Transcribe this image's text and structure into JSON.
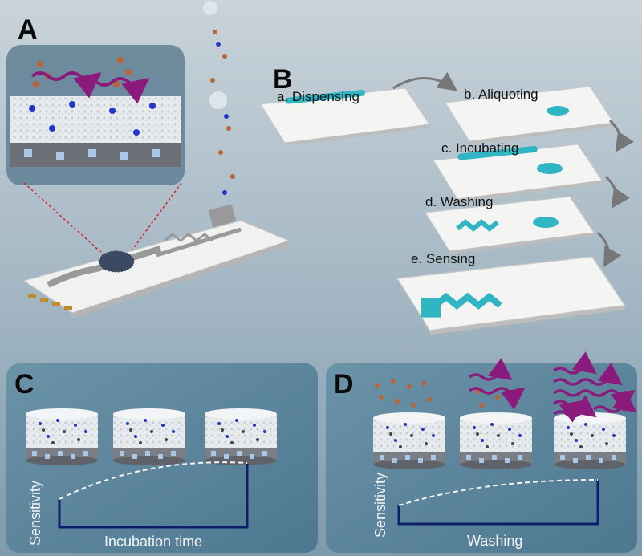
{
  "panels": {
    "A": {
      "label": "A"
    },
    "B": {
      "label": "B",
      "steps": [
        {
          "label": "a. Dispensing"
        },
        {
          "label": "b. Aliquoting"
        },
        {
          "label": "c. Incubating"
        },
        {
          "label": "d. Washing"
        },
        {
          "label": "e. Sensing"
        }
      ]
    },
    "C": {
      "label": "C",
      "ylabel": "Sensitivity",
      "xlabel": "Incubation time"
    },
    "D": {
      "label": "D",
      "ylabel": "Sensitivity",
      "xlabel": "Washing"
    }
  },
  "colors": {
    "background": "#9fb3c0",
    "panel_bg": "#5f8aa0",
    "fluid": "#2fb6c2",
    "axis": "#0d1f6b",
    "arrow": "#8a1a7c"
  }
}
